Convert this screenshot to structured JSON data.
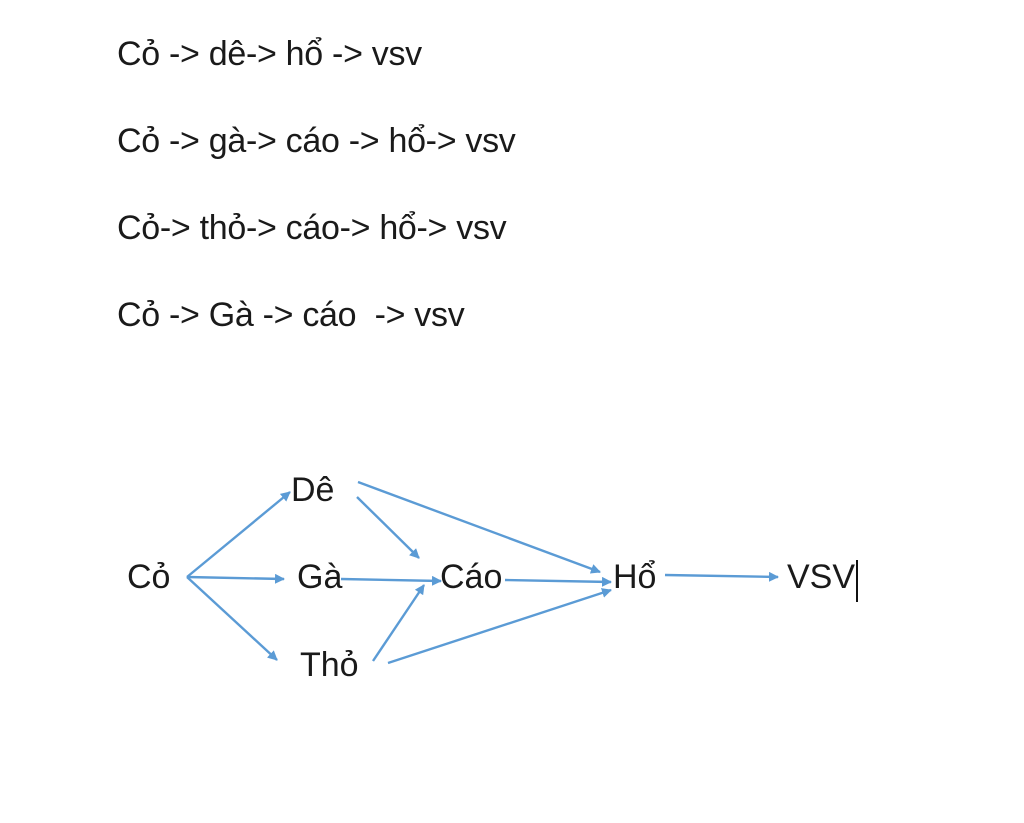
{
  "food_chains": [
    "Cỏ -> dê-> hổ -> vsv",
    "Cỏ -> gà-> cáo -> hổ-> vsv",
    "Cỏ-> thỏ-> cáo-> hổ-> vsv",
    "Cỏ -> Gà -> cáo  -> vsv"
  ],
  "food_web": {
    "nodes": {
      "co": "Cỏ",
      "de": "Dê",
      "ga": "Gà",
      "tho": "Thỏ",
      "cao": "Cáo",
      "ho": "Hổ",
      "vsv": "VSV"
    },
    "edges": [
      [
        "co",
        "de"
      ],
      [
        "co",
        "ga"
      ],
      [
        "co",
        "tho"
      ],
      [
        "de",
        "cao"
      ],
      [
        "de",
        "ho"
      ],
      [
        "ga",
        "cao"
      ],
      [
        "tho",
        "cao"
      ],
      [
        "tho",
        "ho"
      ],
      [
        "cao",
        "ho"
      ],
      [
        "ho",
        "vsv"
      ]
    ],
    "arrow_color": "#5B9BD5"
  }
}
